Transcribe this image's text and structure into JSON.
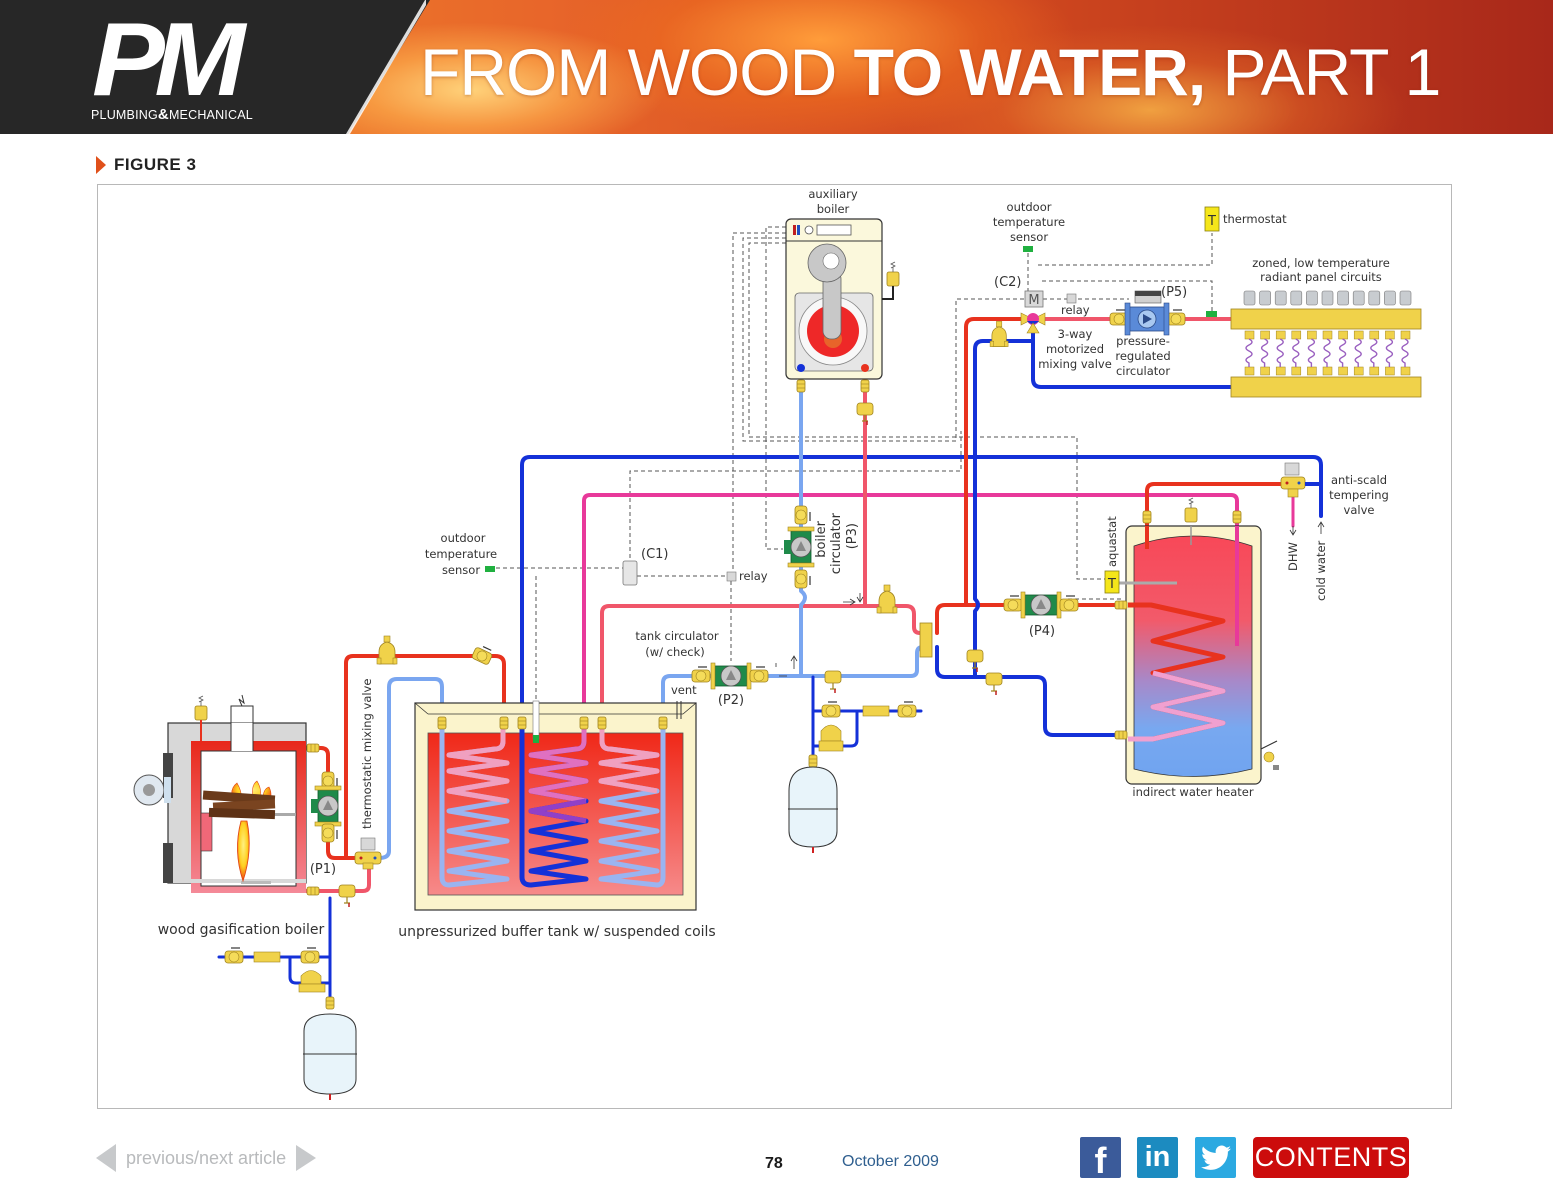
{
  "header": {
    "logo_mark": "PM",
    "logo_sub_left": "PLUMBING",
    "logo_sub_amp": "&",
    "logo_sub_right": "MECHANICAL",
    "title_light_1": "FROM WOOD ",
    "title_bold": "TO WATER,",
    "title_light_2": " PART 1"
  },
  "figure": {
    "label": "FIGURE 3",
    "labels": {
      "auxiliary_boiler_1": "auxiliary",
      "auxiliary_boiler_2": "boiler",
      "outdoor_sensor_top_1": "outdoor",
      "outdoor_sensor_top_2": "temperature",
      "outdoor_sensor_top_3": "sensor",
      "thermostat": "thermostat",
      "thermostat_glyph": "T",
      "radiant_1": "zoned, low temperature",
      "radiant_2": "radiant panel circuits",
      "c2": "(C2)",
      "p5": "(P5)",
      "motor_glyph": "M",
      "relay_top": "relay",
      "mixing_valve_1": "3-way",
      "mixing_valve_2": "motorized",
      "mixing_valve_3": "mixing valve",
      "pressure_circ_1": "pressure-",
      "pressure_circ_2": "regulated",
      "pressure_circ_3": "circulator",
      "anti_scald_1": "anti-scald",
      "anti_scald_2": "tempering",
      "anti_scald_3": "valve",
      "dhw": "DHW",
      "cold_water": "cold water",
      "aquastat": "aquastat",
      "aquastat_glyph": "T",
      "indirect_heater": "indirect water heater",
      "p4": "(P4)",
      "boiler_circ_1": "boiler",
      "boiler_circ_2": "circulator",
      "boiler_circ_3": "(P3)",
      "outdoor_sensor_left_1": "outdoor",
      "outdoor_sensor_left_2": "temperature",
      "outdoor_sensor_left_3": "sensor",
      "c1": "(C1)",
      "relay_mid": "relay",
      "tank_circ_1": "tank circulator",
      "tank_circ_2": "(w/ check)",
      "vent": "vent",
      "p2": "(P2)",
      "thermostatic_valve": "thermostatic mixing valve",
      "p1": "(P1)",
      "wood_boiler": "wood gasification boiler",
      "buffer_tank": "unpressurized buffer tank w/ suspended coils"
    },
    "colors": {
      "hot_supply": "#e8321e",
      "warm_supply": "#f0566a",
      "cool_return": "#7aa6f0",
      "cold_return": "#1431d8",
      "dhw_pink": "#e8399a",
      "brass": "#f0d24a",
      "pump_green": "#1f8a4a",
      "pump_blue": "#5a8ad8"
    }
  },
  "footer": {
    "nav_label": "previous/next article",
    "page_number": "78",
    "issue_date": "October 2009",
    "social": {
      "facebook": "f",
      "linkedin": "in"
    },
    "contents_label": "CONTENTS"
  }
}
